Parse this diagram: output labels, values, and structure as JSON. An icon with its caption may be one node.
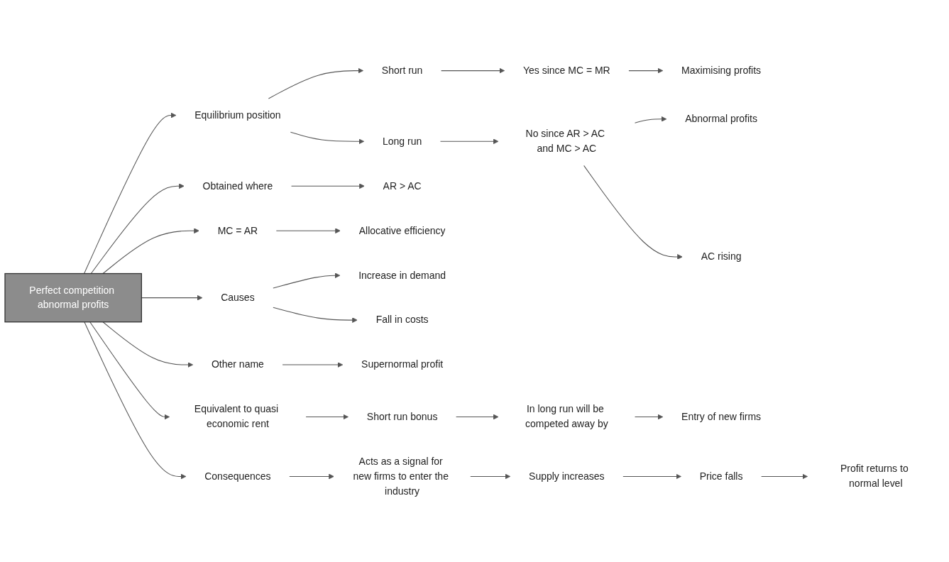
{
  "diagram": {
    "nodes": [
      {
        "text": [
          "Perfect competition abnormal profits"
        ]
      },
      {
        "text": [
          "Equilibrium position"
        ]
      },
      {
        "text": [
          "Short run"
        ]
      },
      {
        "text": [
          "Yes since MC = MR"
        ]
      },
      {
        "text": [
          "Maximising profits"
        ]
      },
      {
        "text": [
          "Long run"
        ]
      },
      {
        "text": [
          "No since AR > AC and MC > AC"
        ]
      },
      {
        "text": [
          "Abnormal profits"
        ]
      },
      {
        "text": [
          "AC rising"
        ]
      },
      {
        "text": [
          "Obtained where"
        ]
      },
      {
        "text": [
          "AR > AC"
        ]
      },
      {
        "text": [
          "MC = AR"
        ]
      },
      {
        "text": [
          "Allocative efficiency"
        ]
      },
      {
        "text": [
          "Causes"
        ]
      },
      {
        "text": [
          "Increase in demand"
        ]
      },
      {
        "text": [
          "Fall in costs"
        ]
      },
      {
        "text": [
          "Other name"
        ]
      },
      {
        "text": [
          "Supernormal profit"
        ]
      },
      {
        "text": [
          "Equivalent to quasi economic rent"
        ]
      },
      {
        "text": [
          "Short run bonus"
        ]
      },
      {
        "text": [
          "In long run will be competed away by"
        ]
      },
      {
        "text": [
          "Entry of new firms"
        ]
      },
      {
        "text": [
          "Consequences"
        ]
      },
      {
        "text": [
          "Acts as a signal for new firms to enter the industry"
        ]
      },
      {
        "text": [
          "Supply increases"
        ]
      },
      {
        "text": [
          "Price falls"
        ]
      },
      {
        "text": [
          "Profit returns to normal level"
        ]
      }
    ],
    "edges": [
      {
        "from": 0,
        "to": 1,
        "arrow": "to"
      },
      {
        "from": 1,
        "to": 2,
        "arrow": "to"
      },
      {
        "from": 2,
        "to": 3,
        "arrow": "to"
      },
      {
        "from": 3,
        "to": 4,
        "arrow": "to"
      },
      {
        "from": 1,
        "to": 5,
        "arrow": "to"
      },
      {
        "from": 5,
        "to": 6,
        "arrow": "to"
      },
      {
        "from": 6,
        "to": 7,
        "arrow": "to"
      },
      {
        "from": 6,
        "to": 8,
        "arrow": "to"
      },
      {
        "from": 0,
        "to": 9,
        "arrow": "to"
      },
      {
        "from": 9,
        "to": 10,
        "arrow": "to"
      },
      {
        "from": 0,
        "to": 11,
        "arrow": "to"
      },
      {
        "from": 11,
        "to": 12,
        "arrow": "to"
      },
      {
        "from": 0,
        "to": 13,
        "arrow": "to"
      },
      {
        "from": 13,
        "to": 14,
        "arrow": "to"
      },
      {
        "from": 13,
        "to": 15,
        "arrow": "to"
      },
      {
        "from": 0,
        "to": 16,
        "arrow": "to"
      },
      {
        "from": 16,
        "to": 17,
        "arrow": "to"
      },
      {
        "from": 0,
        "to": 18,
        "arrow": "to"
      },
      {
        "from": 18,
        "to": 19,
        "arrow": "to"
      },
      {
        "from": 19,
        "to": 20,
        "arrow": "to"
      },
      {
        "from": 20,
        "to": 21,
        "arrow": "to"
      },
      {
        "from": 0,
        "to": 22,
        "arrow": "to"
      },
      {
        "from": 22,
        "to": 23,
        "arrow": "to"
      },
      {
        "from": 23,
        "to": 24,
        "arrow": "to"
      },
      {
        "from": 24,
        "to": 25,
        "arrow": "to"
      },
      {
        "from": 25,
        "to": 26,
        "arrow": "to"
      }
    ]
  }
}
